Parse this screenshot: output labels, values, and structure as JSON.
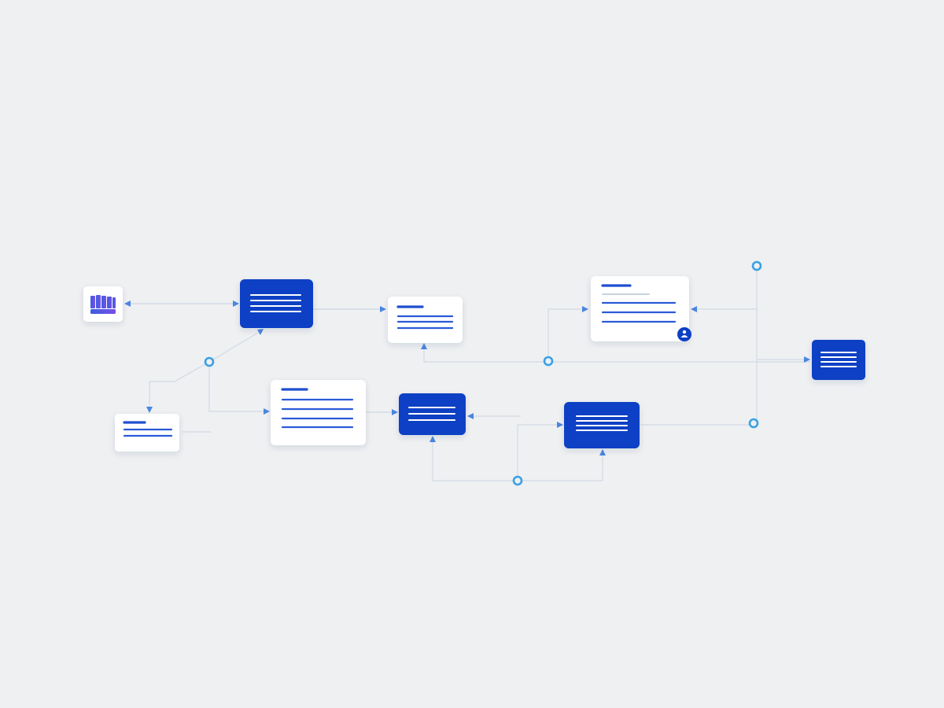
{
  "diagram": {
    "nodes": [
      {
        "id": "logo",
        "style": "white",
        "kind": "logo",
        "icon": "bar-logo-icon"
      },
      {
        "id": "blue-top",
        "style": "blue",
        "kind": "text-lines"
      },
      {
        "id": "white-mid",
        "style": "white",
        "kind": "text-lines"
      },
      {
        "id": "white-top-right",
        "style": "white",
        "kind": "text-lines",
        "badge": "user-icon"
      },
      {
        "id": "blue-far-right",
        "style": "blue",
        "kind": "text-lines"
      },
      {
        "id": "white-small-left",
        "style": "white",
        "kind": "text-lines"
      },
      {
        "id": "white-center-lower",
        "style": "white",
        "kind": "text-lines"
      },
      {
        "id": "blue-center-lower",
        "style": "blue",
        "kind": "text-lines"
      },
      {
        "id": "blue-lower-right",
        "style": "blue",
        "kind": "text-lines"
      }
    ],
    "edges": [
      {
        "from": "blue-top",
        "to": "logo"
      },
      {
        "from": "logo",
        "to": "blue-top"
      },
      {
        "from": "blue-top",
        "to": "white-mid"
      },
      {
        "from": "blue-top",
        "to": "white-small-left"
      },
      {
        "from": "blue-top",
        "to": "white-center-lower"
      },
      {
        "from": "white-small-left",
        "to": "white-center-lower"
      },
      {
        "from": "white-center-lower",
        "to": "blue-center-lower"
      },
      {
        "from": "blue-lower-right",
        "to": "blue-center-lower"
      },
      {
        "from": "blue-center-lower",
        "to": "blue-lower-right"
      },
      {
        "from": "white-mid",
        "to": "white-top-right"
      },
      {
        "from": "blue-far-right",
        "to": "white-top-right"
      },
      {
        "from": "white-mid",
        "to": "blue-far-right"
      },
      {
        "from": "blue-lower-right",
        "to": "blue-far-right"
      }
    ],
    "colors": {
      "background": "#eef0f2",
      "accent_blue": "#0b3fc4",
      "line_blue": "#2a5ad6",
      "arrow": "#4a86e0",
      "junction": "#3aa0e6",
      "connector": "#d3dae4"
    }
  }
}
